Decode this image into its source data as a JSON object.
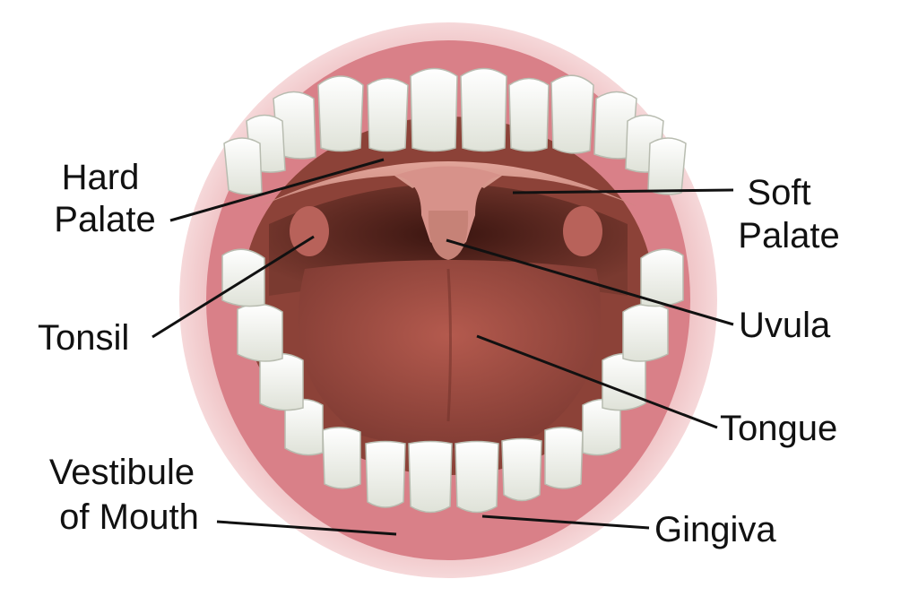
{
  "labels": {
    "hard_palate_line1": "Hard",
    "hard_palate_line2": "Palate",
    "soft_palate_line1": "Soft",
    "soft_palate_line2": "Palate",
    "tonsil": "Tonsil",
    "uvula": "Uvula",
    "tongue": "Tongue",
    "vestibule_line1": "Vestibule",
    "vestibule_line2": "of Mouth",
    "gingiva": "Gingiva"
  },
  "colors": {
    "lip": "#e8a6a8",
    "gum": "#d9787e",
    "throat": "#5a2a22",
    "tongue": "#9c4a40",
    "tooth": "#f3f4ee",
    "leader": "#111111"
  }
}
